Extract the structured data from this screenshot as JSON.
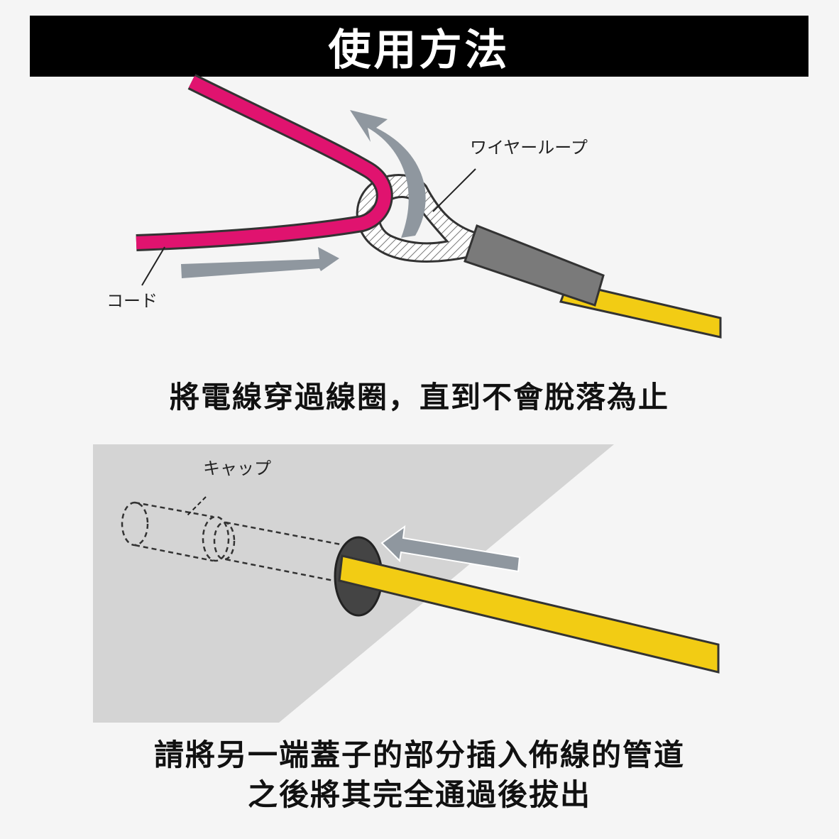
{
  "title": "使用方法",
  "step1": {
    "label_wire_loop": "ワイヤーループ",
    "label_cord": "コード",
    "caption": "將電線穿過線圈，直到不會脫落為止"
  },
  "step2": {
    "label_cap": "キャップ",
    "caption_line1": "請將另一端蓋子的部分插入佈線的管道",
    "caption_line2": "之後將其完全通過後拔出"
  },
  "colors": {
    "cord": "#e0136f",
    "rod": "#f2cc14",
    "arrow": "#8f979f",
    "sleeve": "#7a7a7a",
    "panel": "#d4d4d4"
  }
}
